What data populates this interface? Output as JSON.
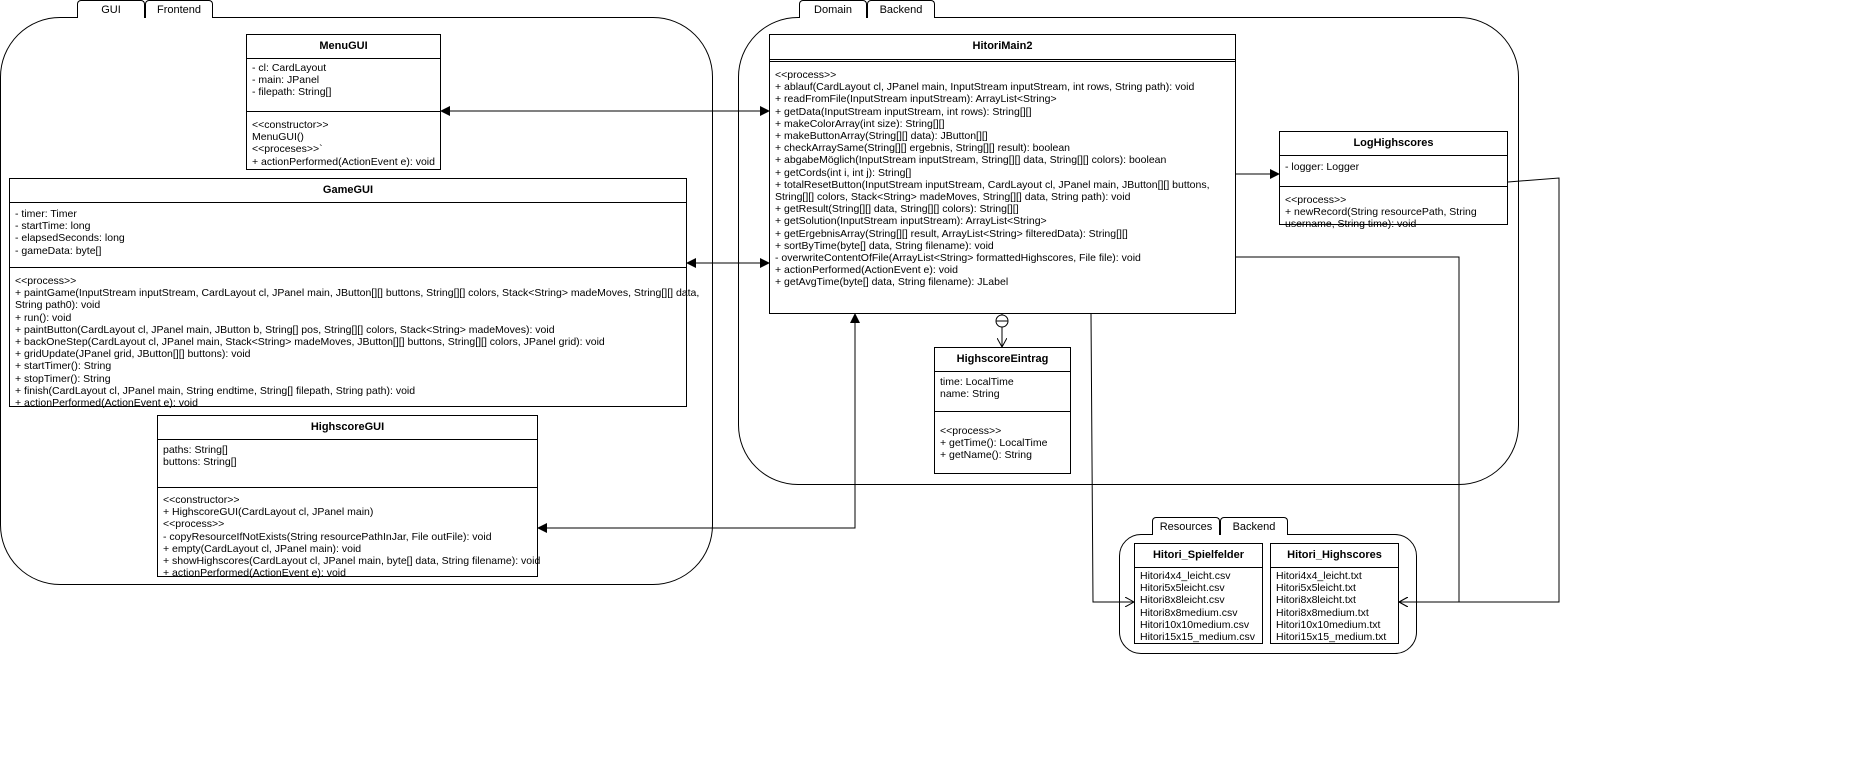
{
  "packages": {
    "gui": {
      "tab1": "GUI",
      "tab2": "Frontend"
    },
    "domain": {
      "tab1": "Domain",
      "tab2": "Backend"
    },
    "resources": {
      "tab1": "Resources",
      "tab2": "Backend"
    }
  },
  "classes": {
    "menu_gui": {
      "name": "MenuGUI",
      "attributes": [
        "- cl: CardLayout",
        "- main: JPanel",
        "- filepath: String[]"
      ],
      "methods": [
        "<<constructor>>",
        "MenuGUI()",
        "<<proceses>>`",
        "+ actionPerformed(ActionEvent e): void"
      ]
    },
    "game_gui": {
      "name": "GameGUI",
      "attributes": [
        "- timer: Timer",
        "- startTime: long",
        "- elapsedSeconds: long",
        "- gameData: byte[]"
      ],
      "methods": [
        "<<process>>",
        "+ paintGame(InputStream inputStream, CardLayout cl, JPanel main, JButton[][] buttons, String[][] colors, Stack<String> madeMoves, String[][] data,",
        "String path0): void",
        "+ run(): void",
        "+ paintButton(CardLayout cl, JPanel main, JButton b, String[] pos, String[][] colors, Stack<String> madeMoves): void",
        "+ backOneStep(CardLayout cl, JPanel main, Stack<String> madeMoves, JButton[][] buttons, String[][] colors, JPanel grid): void",
        "+ gridUpdate(JPanel grid, JButton[][] buttons): void",
        "+ startTimer(): String",
        "+ stopTimer(): String",
        "+ finish(CardLayout cl, JPanel main, String endtime, String[] filepath, String path): void",
        "+ actionPerformed(ActionEvent e): void"
      ]
    },
    "highscore_gui": {
      "name": "HighscoreGUI",
      "attributes": [
        "paths: String[]",
        "buttons: String[]"
      ],
      "methods": [
        "<<constructor>>",
        "+ HighscoreGUI(CardLayout cl, JPanel main)",
        "<<process>>",
        "- copyResourceIfNotExists(String resourcePathInJar, File outFile): void",
        "+ empty(CardLayout cl, JPanel main): void",
        "+ showHighscores(CardLayout cl, JPanel main, byte[] data, String filename): void",
        "+ actionPerformed(ActionEvent e): void"
      ]
    },
    "hitori_main2": {
      "name": "HitoriMain2",
      "methods": [
        "<<process>>",
        "+ ablauf(CardLayout cl, JPanel main, InputStream inputStream, int rows, String path): void",
        "+ readFromFile(InputStream inputStream): ArrayList<String>",
        "+ getData(InputStream inputStream, int rows): String[][]",
        "+ makeColorArray(int size): String[][]",
        "+ makeButtonArray(String[][] data): JButton[][]",
        "+ checkArraySame(String[][] ergebnis, String[][] result): boolean",
        "+ abgabeMöglich(InputStream inputStream, String[][] data, String[][] colors): boolean",
        "+ getCords(int i, int j): String[]",
        "+ totalResetButton(InputStream inputStream, CardLayout cl, JPanel main, JButton[][] buttons,",
        "String[][] colors, Stack<String> madeMoves, String[][] data, String path): void",
        "+ getResult(String[][] data, String[][] colors): String[][]",
        "+ getSolution(InputStream inputStream): ArrayList<String>",
        "+ getErgebnisArray(String[][] result, ArrayList<String> filteredData): String[][]",
        "+ sortByTime(byte[] data, String filename): void",
        "- overwriteContentOfFile(ArrayList<String> formattedHighscores, File file): void",
        "+ actionPerformed(ActionEvent e): void",
        "+ getAvgTime(byte[] data, String filename): JLabel"
      ]
    },
    "log_highscores": {
      "name": "LogHighscores",
      "attributes": [
        "- logger: Logger"
      ],
      "methods": [
        "<<process>>",
        "+ newRecord(String resourcePath, String username, String time): void"
      ]
    },
    "highscore_eintrag": {
      "name": "HighscoreEintrag",
      "attributes": [
        "time: LocalTime",
        "name: String"
      ],
      "methods": [
        "<<process>>",
        "+ getTime(): LocalTime",
        "+ getName(): String"
      ]
    },
    "hitori_spielfelder": {
      "name": "Hitori_Spielfelder",
      "items": [
        "Hitori4x4_leicht.csv",
        "Hitori5x5leicht.csv",
        "Hitori8x8leicht.csv",
        "Hitori8x8medium.csv",
        "Hitori10x10medium.csv",
        "Hitori15x15_medium.csv"
      ]
    },
    "hitori_highscores": {
      "name": "Hitori_Highscores",
      "items": [
        "Hitori4x4_leicht.txt",
        "Hitori5x5leicht.txt",
        "Hitori8x8leicht.txt",
        "Hitori8x8medium.txt",
        "Hitori10x10medium.txt",
        "Hitori15x15_medium.txt"
      ]
    }
  }
}
